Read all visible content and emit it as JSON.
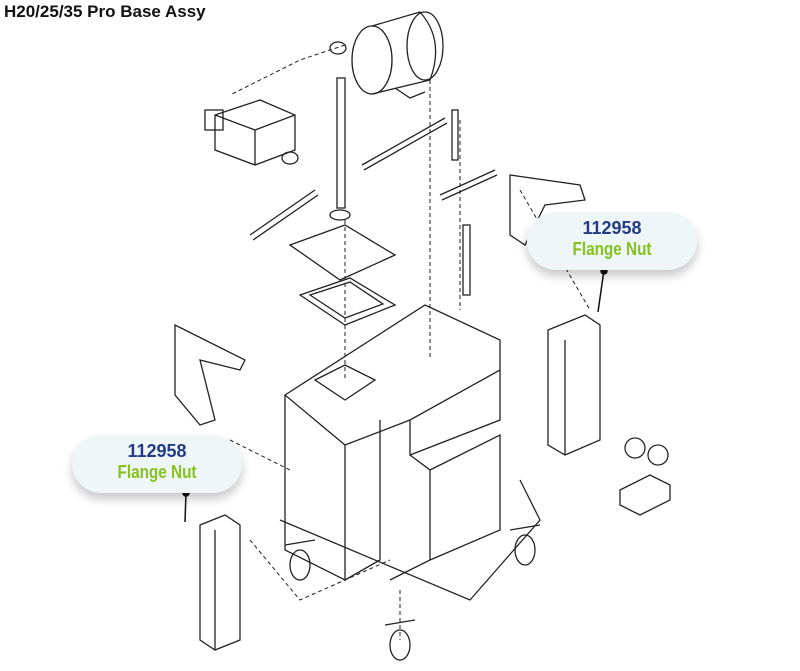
{
  "title": "H20/25/35 Pro Base Assy",
  "callouts": [
    {
      "part_number": "112958",
      "label": "Flange Nut"
    },
    {
      "part_number": "112958",
      "label": "Flange Nut"
    }
  ],
  "colors": {
    "part_number": "#233b86",
    "label": "#86c21f",
    "callout_bg": "#eef6f8"
  }
}
